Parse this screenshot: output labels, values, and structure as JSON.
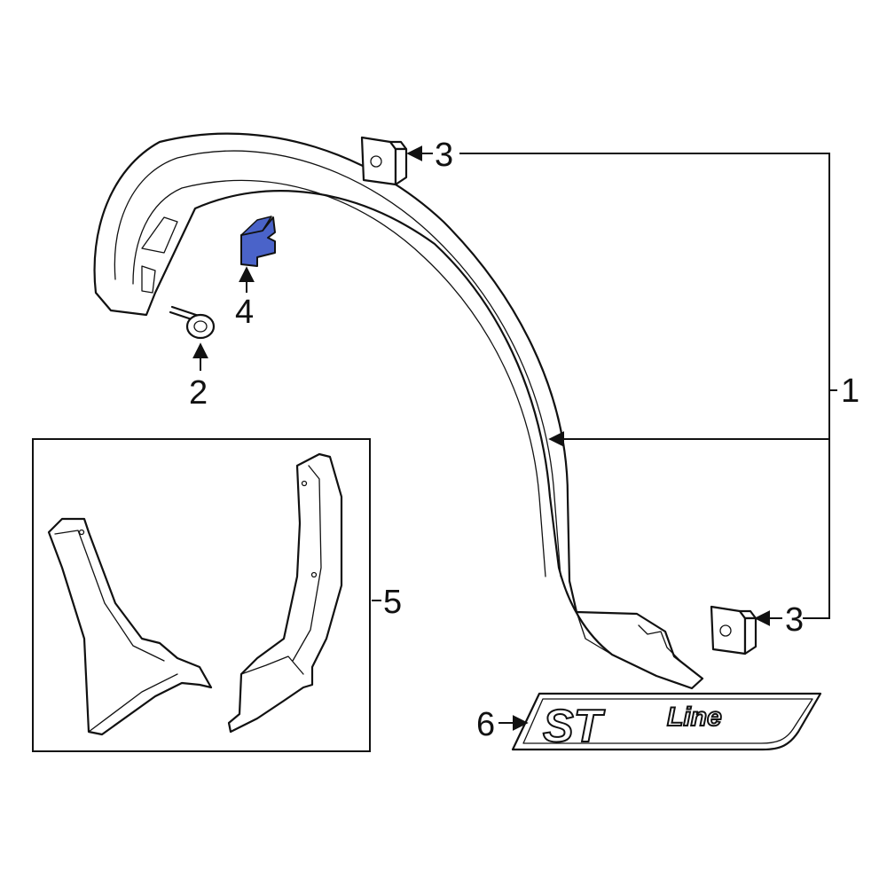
{
  "callouts": {
    "c1": "1",
    "c2": "2",
    "c3_top": "3",
    "c3_bottom": "3",
    "c4": "4",
    "c5": "5",
    "c6": "6"
  },
  "badge": {
    "big": "ST",
    "small": "Line"
  },
  "colors": {
    "highlight": "#4a63c9",
    "line": "#111111",
    "background": "#ffffff"
  }
}
